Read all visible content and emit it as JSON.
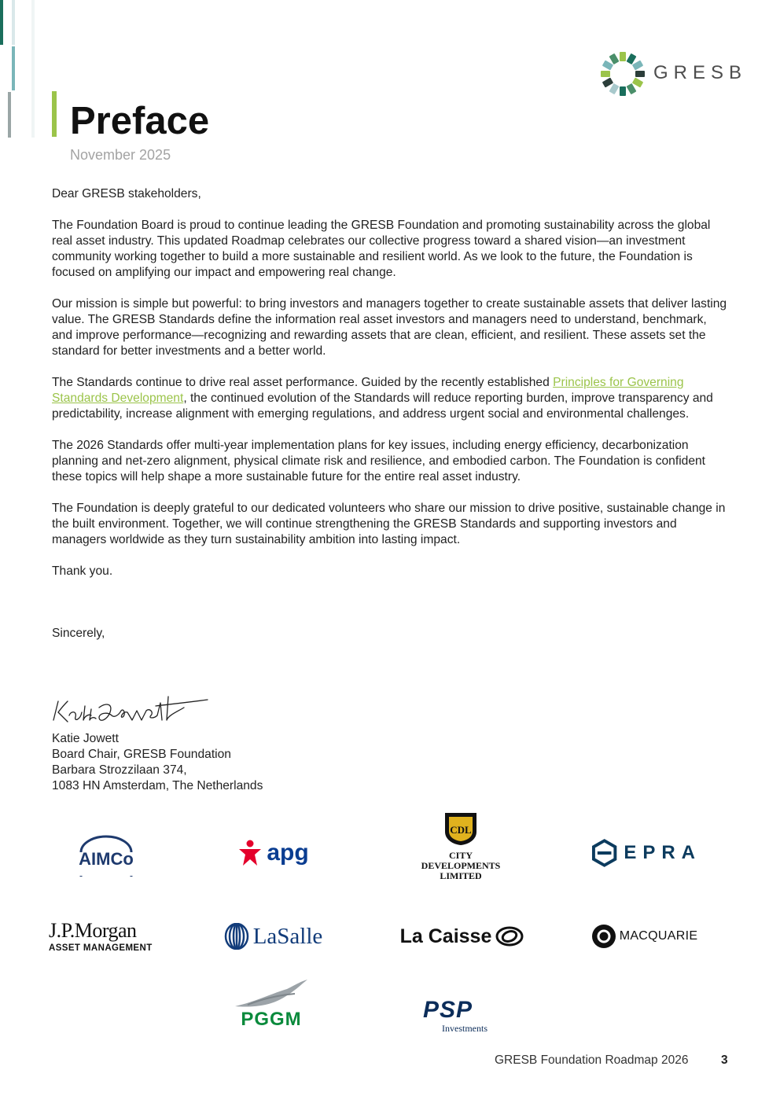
{
  "brand": {
    "name": "GRESB",
    "accent": "#9bc44a",
    "dark_teal": "#1a6e5c"
  },
  "header": {
    "title": "Preface",
    "date": "November 2025"
  },
  "letter": {
    "greeting": "Dear GRESB stakeholders,",
    "p1": "The Foundation Board is proud to continue leading the GRESB Foundation and promoting sustainability across the global real asset industry. This updated Roadmap celebrates our collective progress toward a shared vision—an investment community working together to build a more sustainable and resilient world. As we look to the future, the Foundation is focused on amplifying our impact and empowering real change.",
    "p2": "Our mission is simple but powerful: to bring investors and managers together to create sustainable assets that deliver lasting value. The GRESB Standards define the information real asset investors and managers need to understand, benchmark, and improve performance—recognizing and rewarding assets that are clean, efficient, and resilient. These assets set the standard for better investments and a better world.",
    "p3_before": "The Standards continue to drive real asset performance. Guided by the recently established ",
    "p3_link": "Principles for Governing Standards Development",
    "p3_after": ", the continued evolution of the Standards will reduce reporting burden, improve transparency and predictability, increase alignment with emerging regulations, and address urgent social and environmental challenges.",
    "p4": "The 2026 Standards offer multi-year implementation plans for key issues, including energy efficiency, decarbonization planning and net-zero alignment, physical climate risk and resilience, and embodied carbon. The Foundation is confident these topics will help shape a more sustainable future for the entire real asset industry.",
    "p5": "The Foundation is deeply grateful to our dedicated volunteers who share our mission to drive positive, sustainable change in the built environment. Together, we will continue strengthening the GRESB Standards and supporting investors and managers worldwide as they turn sustainability ambition into lasting impact.",
    "thanks": "Thank you.",
    "closing": "Sincerely,"
  },
  "signer": {
    "name": "Katie Jowett",
    "role": "Board Chair, GRESB Foundation",
    "address1": "Barbara Strozzilaan 374,",
    "address2": "1083 HN Amsterdam, The Netherlands",
    "signature_text": "Katie Jowett"
  },
  "sponsors": {
    "aimco": "AIMCo",
    "apg": "apg",
    "cdl_line1": "City",
    "cdl_line2": "Developments",
    "cdl_line3": "Limited",
    "cdl_emblem": "CDL",
    "epra": "EPRA",
    "jpm_line1": "J.P.Morgan",
    "jpm_line2": "ASSET MANAGEMENT",
    "lasalle": "LaSalle",
    "lacaisse": "La Caisse",
    "macquarie": "MACQUARIE",
    "pggm": "PGGM",
    "psp_line1": "PSP",
    "psp_line2": "Investments"
  },
  "footer": {
    "title": "GRESB Foundation Roadmap 2026",
    "page": "3"
  }
}
